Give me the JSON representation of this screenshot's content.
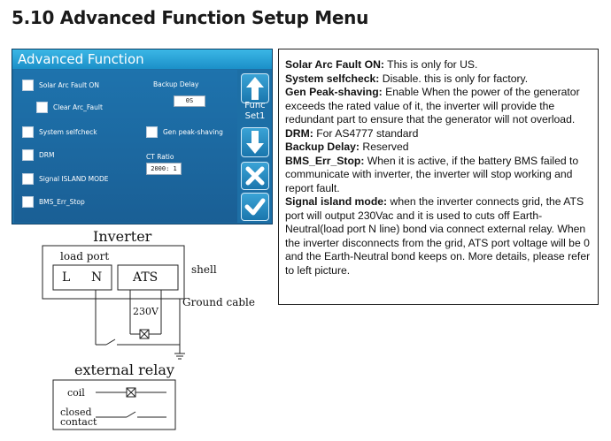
{
  "heading": "5.10 Advanced Function Setup Menu",
  "panel": {
    "title": "Advanced Function",
    "options": {
      "solar_arc_fault_on": "Solar Arc Fault ON",
      "clear_arc_fault": "Clear Arc_Fault",
      "system_selfcheck": "System selfcheck",
      "gen_peak_shaving": "Gen peak-shaving",
      "drm": "DRM",
      "signal_island_mode": "Signal ISLAND MODE",
      "bms_err_stop": "BMS_Err_Stop"
    },
    "backup_delay_label": "Backup Delay",
    "backup_delay_value": "0S",
    "ct_ratio_label": "CT Ratio",
    "ct_ratio_value": "2000:  1",
    "func_button_line1": "Func",
    "func_button_line2": "Set1"
  },
  "info": {
    "solar_arc_fault_title": "Solar Arc Fault ON:",
    "solar_arc_fault_text": " This is only for US.",
    "system_selfcheck_title": "System selfcheck:",
    "system_selfcheck_text": " Disable. this is only for factory.",
    "gen_peak_title": "Gen Peak-shaving:",
    "gen_peak_text": " Enable When the power of the generator exceeds the rated value of it, the inverter will provide the redundant part to ensure that the generator will not overload.",
    "drm_title": "DRM:",
    "drm_text": " For AS4777 standard",
    "backup_delay_title": "Backup Delay:",
    "backup_delay_text": " Reserved",
    "bms_err_title": "BMS_Err_Stop:",
    "bms_err_text": " When it is active, if the battery BMS failed to communicate with inverter, the inverter will stop working and report fault.",
    "signal_island_title": "Signal island mode:",
    "signal_island_text": " when the inverter connects grid, the ATS port will output 230Vac and it is used to cuts off Earth-Neutral(load port N line) bond via connect external relay. When the inverter disconnects from the grid, ATS port voltage will be 0 and the Earth-Neutral bond keeps on. More details, please refer to left picture."
  },
  "diagram": {
    "inverter_title": "Inverter",
    "load_port": "load port",
    "l_label": "L",
    "n_label": "N",
    "ats_label": "ATS",
    "shell_label": "shell",
    "voltage_label": "230V",
    "ground_cable": "Ground cable",
    "relay_title": "external relay",
    "coil_label": "coil",
    "closed_label": "closed",
    "contact_label": "contact"
  }
}
